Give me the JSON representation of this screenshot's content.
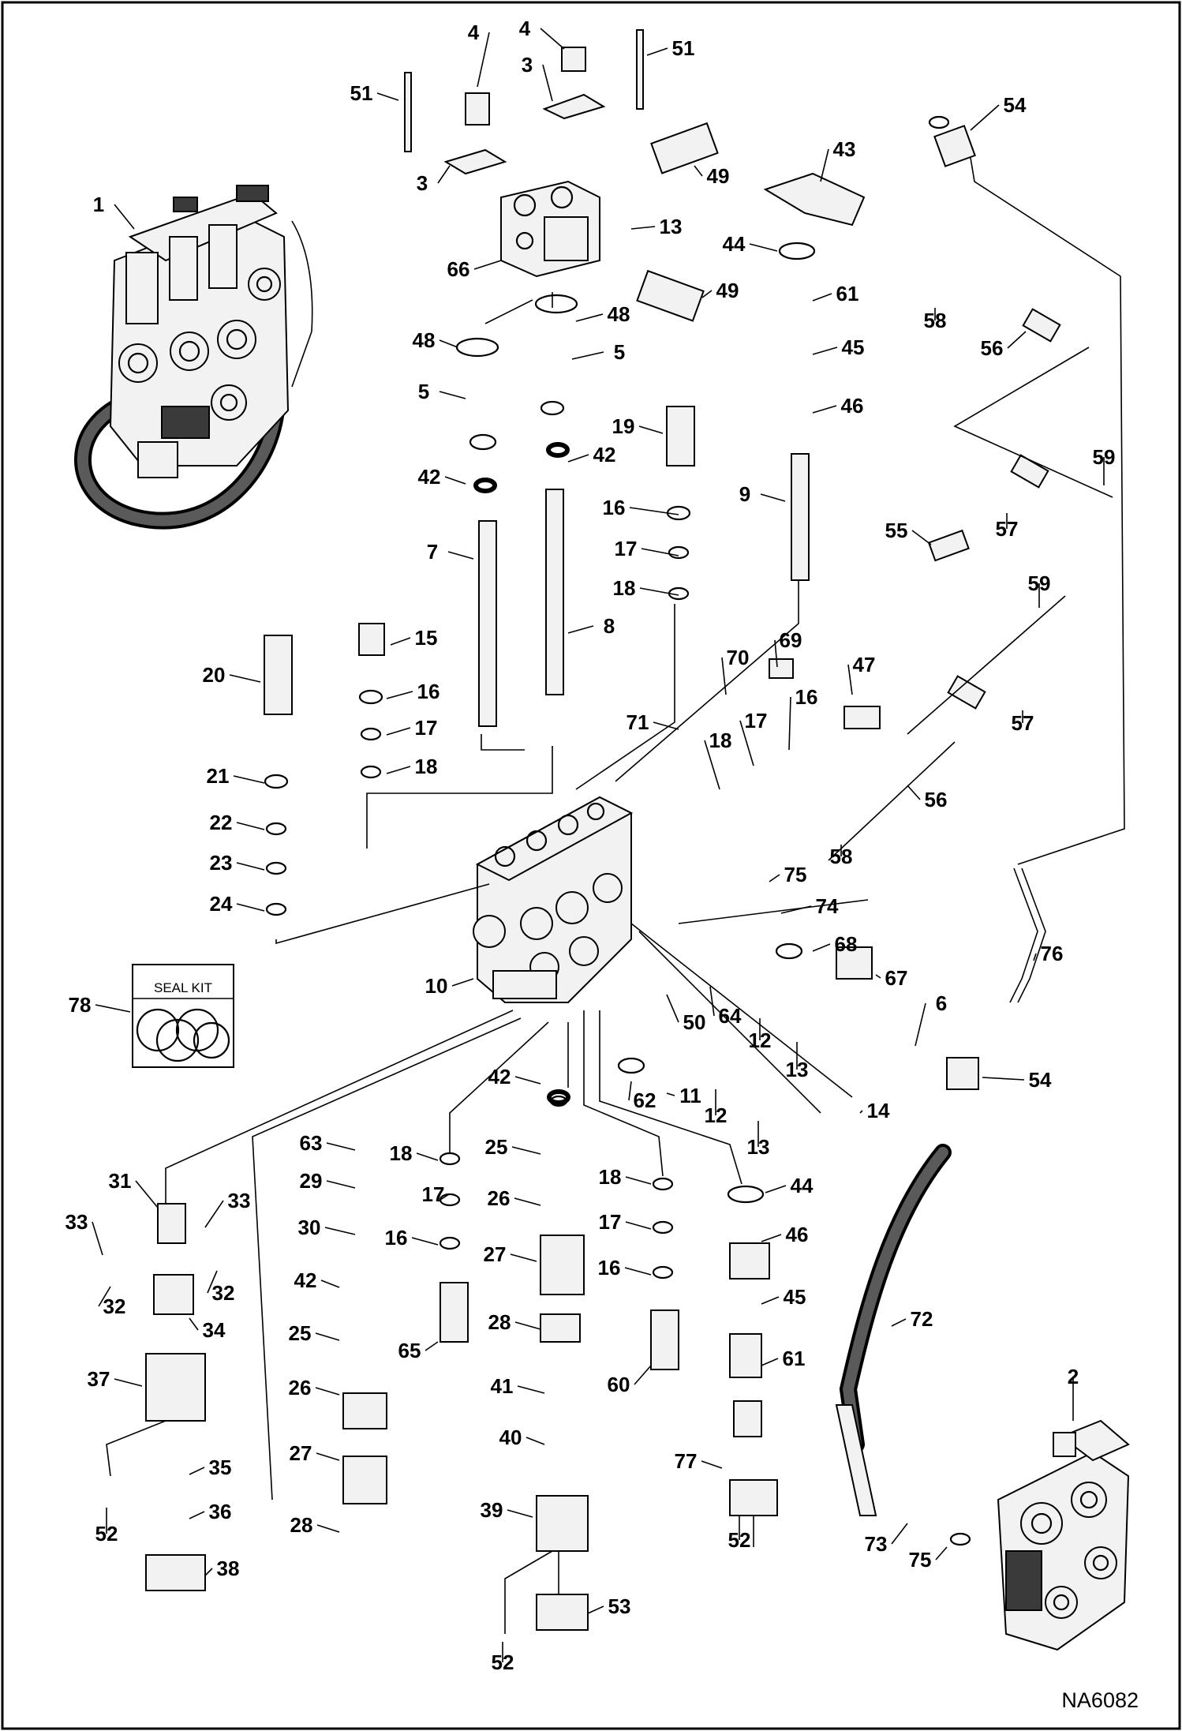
{
  "reference_code": "NA6082",
  "seal_kit_label": "SEAL KIT",
  "callouts": [
    {
      "id": "1",
      "name": "callout-1",
      "label": "1"
    },
    {
      "id": "2",
      "name": "callout-2",
      "label": "2"
    },
    {
      "id": "3a",
      "name": "callout-3-left",
      "label": "3"
    },
    {
      "id": "3b",
      "name": "callout-3-right",
      "label": "3"
    },
    {
      "id": "4a",
      "name": "callout-4-left",
      "label": "4"
    },
    {
      "id": "4b",
      "name": "callout-4-right",
      "label": "4"
    },
    {
      "id": "5a",
      "name": "callout-5-left",
      "label": "5"
    },
    {
      "id": "5b",
      "name": "callout-5-right",
      "label": "5"
    },
    {
      "id": "6",
      "name": "callout-6",
      "label": "6"
    },
    {
      "id": "7",
      "name": "callout-7",
      "label": "7"
    },
    {
      "id": "8",
      "name": "callout-8",
      "label": "8"
    },
    {
      "id": "9",
      "name": "callout-9",
      "label": "9"
    },
    {
      "id": "10",
      "name": "callout-10",
      "label": "10"
    },
    {
      "id": "11",
      "name": "callout-11",
      "label": "11"
    },
    {
      "id": "12a",
      "name": "callout-12-upper",
      "label": "12"
    },
    {
      "id": "12b",
      "name": "callout-12-lower",
      "label": "12"
    },
    {
      "id": "13a",
      "name": "callout-13-top",
      "label": "13"
    },
    {
      "id": "13b",
      "name": "callout-13-mid",
      "label": "13"
    },
    {
      "id": "13c",
      "name": "callout-13-low",
      "label": "13"
    },
    {
      "id": "14",
      "name": "callout-14",
      "label": "14"
    },
    {
      "id": "15",
      "name": "callout-15",
      "label": "15"
    },
    {
      "id": "16a",
      "name": "callout-16-a",
      "label": "16"
    },
    {
      "id": "16b",
      "name": "callout-16-b",
      "label": "16"
    },
    {
      "id": "16c",
      "name": "callout-16-c",
      "label": "16"
    },
    {
      "id": "16d",
      "name": "callout-16-d",
      "label": "16"
    },
    {
      "id": "16e",
      "name": "callout-16-e",
      "label": "16"
    },
    {
      "id": "17a",
      "name": "callout-17-a",
      "label": "17"
    },
    {
      "id": "17b",
      "name": "callout-17-b",
      "label": "17"
    },
    {
      "id": "17c",
      "name": "callout-17-c",
      "label": "17"
    },
    {
      "id": "17d",
      "name": "callout-17-d",
      "label": "17"
    },
    {
      "id": "17e",
      "name": "callout-17-e",
      "label": "17"
    },
    {
      "id": "18a",
      "name": "callout-18-a",
      "label": "18"
    },
    {
      "id": "18b",
      "name": "callout-18-b",
      "label": "18"
    },
    {
      "id": "18c",
      "name": "callout-18-c",
      "label": "18"
    },
    {
      "id": "18d",
      "name": "callout-18-d",
      "label": "18"
    },
    {
      "id": "18e",
      "name": "callout-18-e",
      "label": "18"
    },
    {
      "id": "19",
      "name": "callout-19",
      "label": "19"
    },
    {
      "id": "20",
      "name": "callout-20",
      "label": "20"
    },
    {
      "id": "21",
      "name": "callout-21",
      "label": "21"
    },
    {
      "id": "22",
      "name": "callout-22",
      "label": "22"
    },
    {
      "id": "23",
      "name": "callout-23",
      "label": "23"
    },
    {
      "id": "24",
      "name": "callout-24",
      "label": "24"
    },
    {
      "id": "25a",
      "name": "callout-25-a",
      "label": "25"
    },
    {
      "id": "25b",
      "name": "callout-25-b",
      "label": "25"
    },
    {
      "id": "26a",
      "name": "callout-26-a",
      "label": "26"
    },
    {
      "id": "26b",
      "name": "callout-26-b",
      "label": "26"
    },
    {
      "id": "27a",
      "name": "callout-27-a",
      "label": "27"
    },
    {
      "id": "27b",
      "name": "callout-27-b",
      "label": "27"
    },
    {
      "id": "28a",
      "name": "callout-28-a",
      "label": "28"
    },
    {
      "id": "28b",
      "name": "callout-28-b",
      "label": "28"
    },
    {
      "id": "29",
      "name": "callout-29",
      "label": "29"
    },
    {
      "id": "30",
      "name": "callout-30",
      "label": "30"
    },
    {
      "id": "31",
      "name": "callout-31",
      "label": "31"
    },
    {
      "id": "32a",
      "name": "callout-32-a",
      "label": "32"
    },
    {
      "id": "32b",
      "name": "callout-32-b",
      "label": "32"
    },
    {
      "id": "33a",
      "name": "callout-33-a",
      "label": "33"
    },
    {
      "id": "33b",
      "name": "callout-33-b",
      "label": "33"
    },
    {
      "id": "34",
      "name": "callout-34",
      "label": "34"
    },
    {
      "id": "35",
      "name": "callout-35",
      "label": "35"
    },
    {
      "id": "36",
      "name": "callout-36",
      "label": "36"
    },
    {
      "id": "37",
      "name": "callout-37",
      "label": "37"
    },
    {
      "id": "38",
      "name": "callout-38",
      "label": "38"
    },
    {
      "id": "39",
      "name": "callout-39",
      "label": "39"
    },
    {
      "id": "40",
      "name": "callout-40",
      "label": "40"
    },
    {
      "id": "41",
      "name": "callout-41",
      "label": "41"
    },
    {
      "id": "42a",
      "name": "callout-42-a",
      "label": "42"
    },
    {
      "id": "42b",
      "name": "callout-42-b",
      "label": "42"
    },
    {
      "id": "42c",
      "name": "callout-42-c",
      "label": "42"
    },
    {
      "id": "42d",
      "name": "callout-42-d",
      "label": "42"
    },
    {
      "id": "43",
      "name": "callout-43",
      "label": "43"
    },
    {
      "id": "44a",
      "name": "callout-44-a",
      "label": "44"
    },
    {
      "id": "44b",
      "name": "callout-44-b",
      "label": "44"
    },
    {
      "id": "45a",
      "name": "callout-45-a",
      "label": "45"
    },
    {
      "id": "45b",
      "name": "callout-45-b",
      "label": "45"
    },
    {
      "id": "46a",
      "name": "callout-46-a",
      "label": "46"
    },
    {
      "id": "46b",
      "name": "callout-46-b",
      "label": "46"
    },
    {
      "id": "47",
      "name": "callout-47",
      "label": "47"
    },
    {
      "id": "48a",
      "name": "callout-48-a",
      "label": "48"
    },
    {
      "id": "48b",
      "name": "callout-48-b",
      "label": "48"
    },
    {
      "id": "49a",
      "name": "callout-49-a",
      "label": "49"
    },
    {
      "id": "49b",
      "name": "callout-49-b",
      "label": "49"
    },
    {
      "id": "50",
      "name": "callout-50",
      "label": "50"
    },
    {
      "id": "51a",
      "name": "callout-51-a",
      "label": "51"
    },
    {
      "id": "51b",
      "name": "callout-51-b",
      "label": "51"
    },
    {
      "id": "52a",
      "name": "callout-52-a",
      "label": "52"
    },
    {
      "id": "52b",
      "name": "callout-52-b",
      "label": "52"
    },
    {
      "id": "52c",
      "name": "callout-52-c",
      "label": "52"
    },
    {
      "id": "53",
      "name": "callout-53",
      "label": "53"
    },
    {
      "id": "54a",
      "name": "callout-54-a",
      "label": "54"
    },
    {
      "id": "54b",
      "name": "callout-54-b",
      "label": "54"
    },
    {
      "id": "55",
      "name": "callout-55",
      "label": "55"
    },
    {
      "id": "56a",
      "name": "callout-56-a",
      "label": "56"
    },
    {
      "id": "56b",
      "name": "callout-56-b",
      "label": "56"
    },
    {
      "id": "57a",
      "name": "callout-57-a",
      "label": "57"
    },
    {
      "id": "57b",
      "name": "callout-57-b",
      "label": "57"
    },
    {
      "id": "58a",
      "name": "callout-58-a",
      "label": "58"
    },
    {
      "id": "58b",
      "name": "callout-58-b",
      "label": "58"
    },
    {
      "id": "59a",
      "name": "callout-59-a",
      "label": "59"
    },
    {
      "id": "59b",
      "name": "callout-59-b",
      "label": "59"
    },
    {
      "id": "60",
      "name": "callout-60",
      "label": "60"
    },
    {
      "id": "61a",
      "name": "callout-61-a",
      "label": "61"
    },
    {
      "id": "61b",
      "name": "callout-61-b",
      "label": "61"
    },
    {
      "id": "62",
      "name": "callout-62",
      "label": "62"
    },
    {
      "id": "63",
      "name": "callout-63",
      "label": "63"
    },
    {
      "id": "64",
      "name": "callout-64",
      "label": "64"
    },
    {
      "id": "65",
      "name": "callout-65",
      "label": "65"
    },
    {
      "id": "66",
      "name": "callout-66",
      "label": "66"
    },
    {
      "id": "67",
      "name": "callout-67",
      "label": "67"
    },
    {
      "id": "68",
      "name": "callout-68",
      "label": "68"
    },
    {
      "id": "69",
      "name": "callout-69",
      "label": "69"
    },
    {
      "id": "70",
      "name": "callout-70",
      "label": "70"
    },
    {
      "id": "71",
      "name": "callout-71",
      "label": "71"
    },
    {
      "id": "72",
      "name": "callout-72",
      "label": "72"
    },
    {
      "id": "73",
      "name": "callout-73",
      "label": "73"
    },
    {
      "id": "74",
      "name": "callout-74",
      "label": "74"
    },
    {
      "id": "75a",
      "name": "callout-75-a",
      "label": "75"
    },
    {
      "id": "75b",
      "name": "callout-75-b",
      "label": "75"
    },
    {
      "id": "76",
      "name": "callout-76",
      "label": "76"
    },
    {
      "id": "77",
      "name": "callout-77",
      "label": "77"
    },
    {
      "id": "78",
      "name": "callout-78",
      "label": "78"
    }
  ]
}
